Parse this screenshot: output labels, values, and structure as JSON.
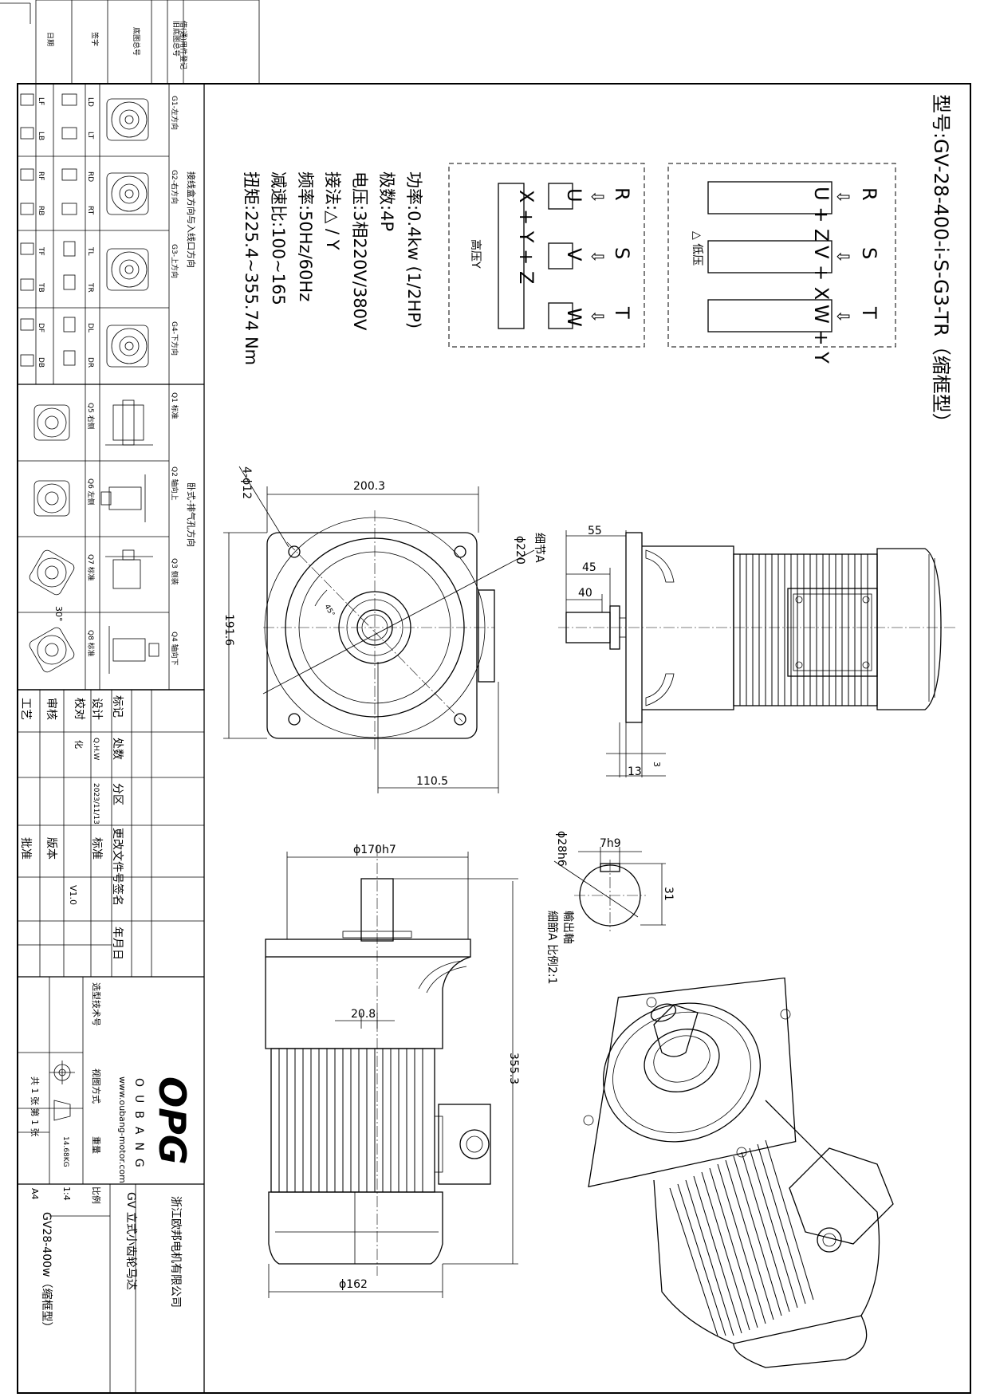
{
  "model": {
    "label": "型号:GV-28-400-i-S-G3-TR（缩框型）"
  },
  "specs": [
    "功率:0.4kw (1/2HP)",
    "极数:4P",
    "电压:3相220V/380V",
    "接法:△ / Y",
    "频率:50Hz/60Hz",
    "减速比:100~165",
    "扭矩:225.4~355.74 Nm"
  ],
  "wiring": {
    "low_voltage": {
      "title": "△ 低压",
      "phases": [
        "R",
        "S",
        "T"
      ],
      "arrow": "⇩",
      "boxes": [
        "U + Z",
        "V + X",
        "W + Y"
      ]
    },
    "high_voltage": {
      "title": "高压Y",
      "phases": [
        "R",
        "S",
        "T"
      ],
      "arrow": "⇩",
      "boxes": [
        "U",
        "V",
        "W"
      ],
      "bridge": "X + Y + Z"
    }
  },
  "dimensions": {
    "d200_3": "200.3",
    "d4_phi12": "4-ϕ12",
    "d191_6": "191.6",
    "d110_5": "110.5",
    "d_phi220": "ϕ220",
    "detail_a": "细节A",
    "angle45": "45°",
    "d55": "55",
    "d45": "45",
    "d40": "40",
    "d3": "3",
    "d13": "13",
    "d_phi170h7": "ϕ170h7",
    "d20_8": "20.8",
    "d355_3": "355.3",
    "d_phi162": "ϕ162",
    "d7h9": "7h9",
    "d_phi28h6": "ϕ28h6",
    "d31": "31",
    "output_shaft": "輸出軸",
    "detail_a_scale": "細節A 比例2:1"
  },
  "orientation_panel": {
    "header_top": "接线盒方向与入线口方向",
    "header_bottom": "卧式-排气孔方向",
    "g_labels": [
      "G1-左方向",
      "G2-右方向",
      "G3-上方向",
      "G4-下方向"
    ],
    "small_codes": [
      [
        "LD",
        "LT",
        "LF",
        "LB"
      ],
      [
        "RD",
        "RT",
        "RF",
        "RB"
      ],
      [
        "TL",
        "TR",
        "TF",
        "TB"
      ],
      [
        "DL",
        "DR",
        "DF",
        "DB"
      ]
    ],
    "q_labels": [
      "Q1 标准",
      "Q2 轴向上",
      "Q3 侧装",
      "Q4 轴向下"
    ],
    "q_labels2": [
      "Q5 右侧",
      "Q6 左侧",
      "Q7 标准",
      "Q8 标准"
    ],
    "angle30": "30°"
  },
  "top_left_strip": [
    "借(通)用件登记",
    "旧底图总号",
    "底图总号",
    "签字",
    "日期"
  ],
  "title_block": {
    "rev_headers": [
      "标记",
      "处数",
      "分区",
      "更改文件号",
      "签名",
      "年月日"
    ],
    "rows": [
      "设计",
      "校对",
      "审核",
      "工艺",
      "标准",
      "版本",
      "批准"
    ],
    "designer": "Q.H.W",
    "date": "2023/11/13",
    "checker": "化",
    "version": "V1.0",
    "type_tech_no": "选型技术号",
    "brand_logo": "OPG",
    "brand_name": "OUBANG",
    "website": "www.oubang-motor.com",
    "view_method_label": "视图方式",
    "weight_label": "重量",
    "weight": "14.68KG",
    "scale_label": "比例",
    "scale": "1:4",
    "sheets": "共 1 张 第 1 张",
    "paper": "A4",
    "company": "浙江欧邦电机有限公司",
    "product": "GV 立式小齿轮马达",
    "drawing_no": "GV28-400w（缩框型）"
  }
}
